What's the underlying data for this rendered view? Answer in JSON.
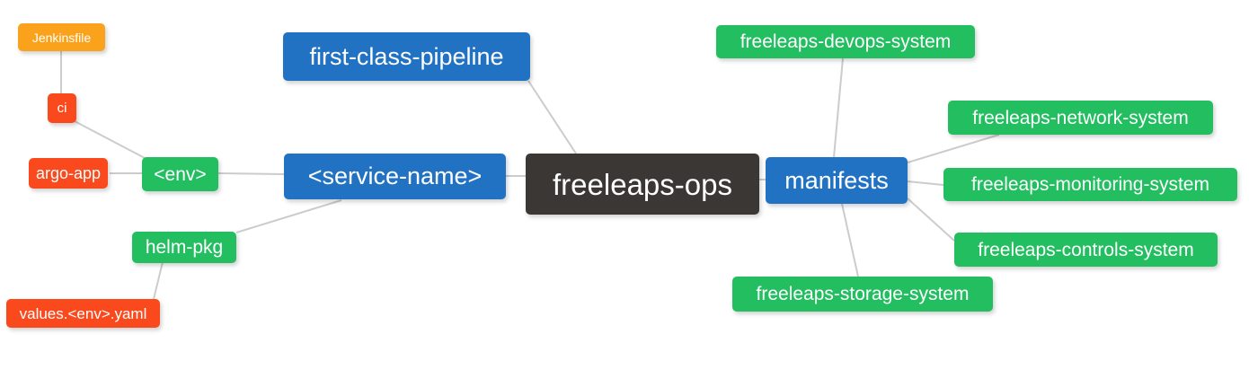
{
  "palette": {
    "root": "#3B3734",
    "branch_blue": "#2272C4",
    "leaf_green": "#22BE60",
    "leaf_red": "#FA491D",
    "leaf_orange": "#FAA21B",
    "connector": "#CCCCCC",
    "background": "#FFFFFF"
  },
  "mindmap": {
    "root": {
      "label": "freeleaps-ops"
    },
    "branches": {
      "first_class_pipeline": {
        "label": "first-class-pipeline"
      },
      "service_name": {
        "label": "<service-name>",
        "children": {
          "env": {
            "label": "<env>",
            "children": {
              "ci": {
                "label": "ci",
                "children": {
                  "jenkinsfile": {
                    "label": "Jenkinsfile"
                  }
                }
              },
              "argo_app": {
                "label": "argo-app"
              }
            }
          },
          "helm_pkg": {
            "label": "helm-pkg",
            "children": {
              "values_env_yaml": {
                "label": "values.<env>.yaml"
              }
            }
          }
        }
      },
      "manifests": {
        "label": "manifests",
        "children": {
          "devops": {
            "label": "freeleaps-devops-system"
          },
          "network": {
            "label": "freeleaps-network-system"
          },
          "monitoring": {
            "label": "freeleaps-monitoring-system"
          },
          "controls": {
            "label": "freeleaps-controls-system"
          },
          "storage": {
            "label": "freeleaps-storage-system"
          }
        }
      }
    },
    "edges": [
      [
        "Jenkinsfile",
        "ci"
      ],
      [
        "ci",
        "<env>"
      ],
      [
        "argo-app",
        "<env>"
      ],
      [
        "<env>",
        "<service-name>"
      ],
      [
        "helm-pkg",
        "<service-name>"
      ],
      [
        "values.<env>.yaml",
        "helm-pkg"
      ],
      [
        "first-class-pipeline",
        "freeleaps-ops"
      ],
      [
        "<service-name>",
        "freeleaps-ops"
      ],
      [
        "freeleaps-ops",
        "manifests"
      ],
      [
        "manifests",
        "freeleaps-devops-system"
      ],
      [
        "manifests",
        "freeleaps-network-system"
      ],
      [
        "manifests",
        "freeleaps-monitoring-system"
      ],
      [
        "manifests",
        "freeleaps-controls-system"
      ],
      [
        "manifests",
        "freeleaps-storage-system"
      ]
    ]
  }
}
